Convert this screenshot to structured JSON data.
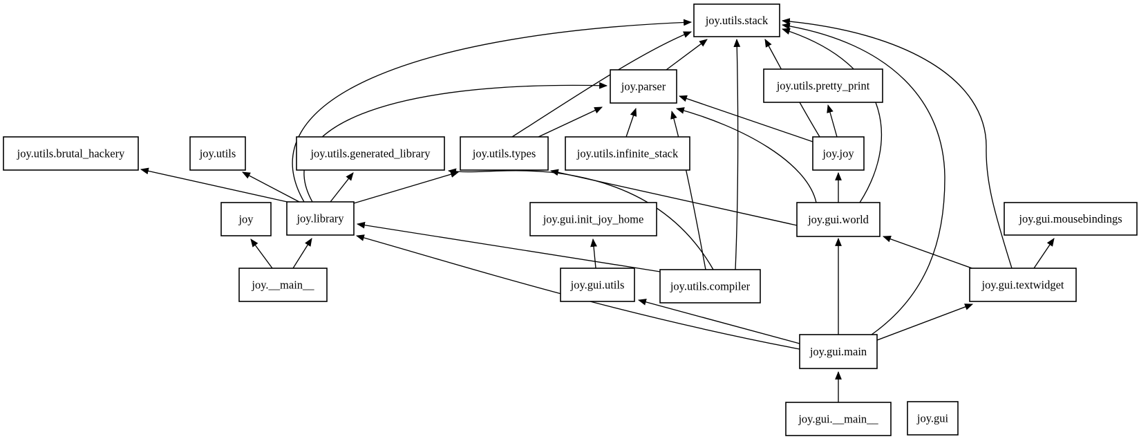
{
  "diagram": {
    "kind": "module-dependency-graph",
    "colors": {
      "background": "#ffffff",
      "node_fill": "#ffffff",
      "node_border": "#000000",
      "edge": "#000000",
      "text": "#000000"
    },
    "nodes": [
      {
        "id": "joy.utils.stack",
        "label": "joy.utils.stack"
      },
      {
        "id": "joy.parser",
        "label": "joy.parser"
      },
      {
        "id": "joy.utils.pretty_print",
        "label": "joy.utils.pretty_print"
      },
      {
        "id": "joy.utils.brutal_hackery",
        "label": "joy.utils.brutal_hackery"
      },
      {
        "id": "joy.utils",
        "label": "joy.utils"
      },
      {
        "id": "joy.utils.generated_library",
        "label": "joy.utils.generated_library"
      },
      {
        "id": "joy.utils.types",
        "label": "joy.utils.types"
      },
      {
        "id": "joy.utils.infinite_stack",
        "label": "joy.utils.infinite_stack"
      },
      {
        "id": "joy.joy",
        "label": "joy.joy"
      },
      {
        "id": "joy",
        "label": "joy"
      },
      {
        "id": "joy.library",
        "label": "joy.library"
      },
      {
        "id": "joy.gui.init_joy_home",
        "label": "joy.gui.init_joy_home"
      },
      {
        "id": "joy.gui.world",
        "label": "joy.gui.world"
      },
      {
        "id": "joy.gui.mousebindings",
        "label": "joy.gui.mousebindings"
      },
      {
        "id": "joy.__main__",
        "label": "joy.__main__"
      },
      {
        "id": "joy.gui.utils",
        "label": "joy.gui.utils"
      },
      {
        "id": "joy.utils.compiler",
        "label": "joy.utils.compiler"
      },
      {
        "id": "joy.gui.textwidget",
        "label": "joy.gui.textwidget"
      },
      {
        "id": "joy.gui.main",
        "label": "joy.gui.main"
      },
      {
        "id": "joy.gui.__main__",
        "label": "joy.gui.__main__"
      },
      {
        "id": "joy.gui",
        "label": "joy.gui"
      }
    ],
    "edges": [
      {
        "from": "joy.library",
        "to": "joy.utils.brutal_hackery"
      },
      {
        "from": "joy.library",
        "to": "joy.utils"
      },
      {
        "from": "joy.library",
        "to": "joy.utils.generated_library"
      },
      {
        "from": "joy.library",
        "to": "joy.utils.types"
      },
      {
        "from": "joy.library",
        "to": "joy.parser"
      },
      {
        "from": "joy.library",
        "to": "joy.utils.stack"
      },
      {
        "from": "joy.utils.types",
        "to": "joy.parser"
      },
      {
        "from": "joy.utils.types",
        "to": "joy.utils.stack"
      },
      {
        "from": "joy.utils.infinite_stack",
        "to": "joy.parser"
      },
      {
        "from": "joy.parser",
        "to": "joy.utils.stack"
      },
      {
        "from": "joy.joy",
        "to": "joy.parser"
      },
      {
        "from": "joy.joy",
        "to": "joy.utils.stack"
      },
      {
        "from": "joy.joy",
        "to": "joy.utils.pretty_print"
      },
      {
        "from": "joy.gui.world",
        "to": "joy.joy"
      },
      {
        "from": "joy.gui.world",
        "to": "joy.parser"
      },
      {
        "from": "joy.gui.world",
        "to": "joy.utils.types"
      },
      {
        "from": "joy.gui.world",
        "to": "joy.utils.stack"
      },
      {
        "from": "joy.utils.compiler",
        "to": "joy.parser"
      },
      {
        "from": "joy.utils.compiler",
        "to": "joy.utils.stack"
      },
      {
        "from": "joy.utils.compiler",
        "to": "joy.utils.generated_library"
      },
      {
        "from": "joy.utils.compiler",
        "to": "joy.library"
      },
      {
        "from": "joy.gui.main",
        "to": "joy.gui.world"
      },
      {
        "from": "joy.gui.main",
        "to": "joy.gui.textwidget"
      },
      {
        "from": "joy.gui.main",
        "to": "joy.gui.utils"
      },
      {
        "from": "joy.gui.main",
        "to": "joy.library"
      },
      {
        "from": "joy.gui.main",
        "to": "joy.utils.stack"
      },
      {
        "from": "joy.gui.utils",
        "to": "joy.gui.init_joy_home"
      },
      {
        "from": "joy.gui.textwidget",
        "to": "joy.gui.mousebindings"
      },
      {
        "from": "joy.gui.textwidget",
        "to": "joy.gui.world"
      },
      {
        "from": "joy.gui.textwidget",
        "to": "joy.utils.stack"
      },
      {
        "from": "joy.__main__",
        "to": "joy"
      },
      {
        "from": "joy.__main__",
        "to": "joy.library"
      },
      {
        "from": "joy.gui.__main__",
        "to": "joy.gui.main"
      }
    ]
  }
}
